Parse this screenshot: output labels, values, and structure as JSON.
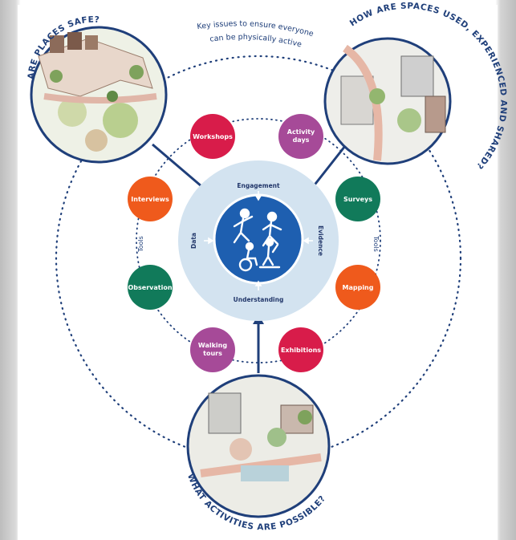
{
  "diagram": {
    "heading_note": [
      "Key issues to ensure everyone",
      "can be physically active"
    ],
    "questions": {
      "safe": "ARE PLACES SAFE?",
      "spaces": "HOW ARE SPACES USED, EXPERIENCED AND SHARED?",
      "activities": "WHAT ACTIVITIES ARE POSSIBLE?"
    },
    "hub_labels": {
      "top": "Engagement",
      "right": "Evidence",
      "bottom": "Understanding",
      "left": "Data"
    },
    "tools_label": "Tools",
    "tools": [
      {
        "label": "Workshops",
        "color": "#d81c4a"
      },
      {
        "label": "Activity days",
        "color": "#a64a98"
      },
      {
        "label": "Surveys",
        "color": "#117a5a"
      },
      {
        "label": "Mapping",
        "color": "#ef5a1c"
      },
      {
        "label": "Exhibitions",
        "color": "#d81c4a"
      },
      {
        "label": "Walking tours",
        "color": "#a64a98"
      },
      {
        "label": "Observation",
        "color": "#117a5a"
      },
      {
        "label": "Interviews",
        "color": "#ef5a1c"
      }
    ],
    "colors": {
      "navy": "#1f3f7a",
      "hub_ring": "#d3e3f0",
      "hub_core": "#1e5fb0"
    }
  }
}
